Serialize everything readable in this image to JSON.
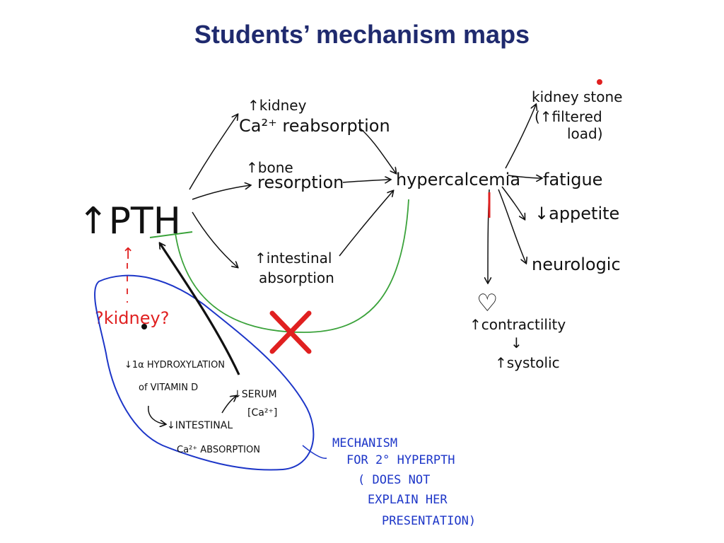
{
  "slide": {
    "title": "Students’ mechanism maps"
  },
  "diagram": {
    "nodes": {
      "pth": "↑PTH",
      "kidney_ca_line1": "↑kidney",
      "kidney_ca_line2": "Ca²⁺ reabsorption",
      "bone_line1": "↑bone",
      "bone_line2": "resorption",
      "intestinal_line1": "↑intestinal",
      "intestinal_line2": "absorption",
      "hypercalcemia": "hypercalcemia",
      "kidney_stone_line1": "kidney stone",
      "kidney_stone_line2": "(↑filtered",
      "kidney_stone_line3": "load)",
      "fatigue": "fatigue",
      "appetite": "↓appetite",
      "neurologic": "neurologic",
      "heart": "♡",
      "contractility": "↑contractility",
      "down_arrow": "↓",
      "systolic": "↑systolic"
    },
    "red_annotations": {
      "kidney": "?kidney?",
      "up_arrow": "↑"
    },
    "student_map": {
      "hydroxylation_line1": "↓1α HYDROXYLATION",
      "hydroxylation_line2": "of VITAMIN D",
      "intestinal_line1": "↓INTESTINAL",
      "intestinal_line2": "Ca²⁺ ABSORPTION",
      "serum_line1": "↓SERUM",
      "serum_line2": "[Ca²⁺]"
    },
    "blue_note": {
      "line1": "MECHANISM",
      "line2": "FOR 2° HYPERPTH",
      "line3": "( DOES NOT",
      "line4": "EXPLAIN HER",
      "line5": "PRESENTATION)"
    },
    "colors": {
      "ink": "#111111",
      "red": "#e02020",
      "blue": "#1d36c8",
      "green": "#3aa23a",
      "title": "#1f2a6e"
    }
  }
}
